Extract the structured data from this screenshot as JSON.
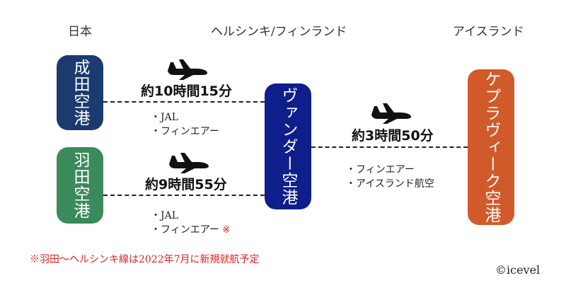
{
  "columns": {
    "left": "日本",
    "middle": "ヘルシンキ/フィンランド",
    "right": "アイスランド"
  },
  "airports": {
    "narita": {
      "name": "成田空港",
      "color": "#1b3b6f"
    },
    "haneda": {
      "name": "羽田空港",
      "color": "#3a8a5c"
    },
    "vantaa": {
      "name": "ヴァンダー空港",
      "color": "#0e1e8a"
    },
    "keflavik": {
      "name": "ケプラヴィーク空港",
      "color": "#d15a2a"
    }
  },
  "routes": [
    {
      "duration": "約10時間15分",
      "airlines": [
        "JAL",
        "フィンエアー"
      ],
      "note_mark": ""
    },
    {
      "duration": "約9時間55分",
      "airlines": [
        "JAL",
        "フィンエアー"
      ],
      "note_mark": "※"
    },
    {
      "duration": "約3時間50分",
      "airlines": [
        "フィンエアー",
        "アイスランド航空"
      ],
      "note_mark": ""
    }
  ],
  "icons": {
    "plane": "airplane-icon"
  },
  "footnote": "※羽田〜ヘルシンキ線は2022年7月に新規就航予定",
  "copyright": "©icevel"
}
